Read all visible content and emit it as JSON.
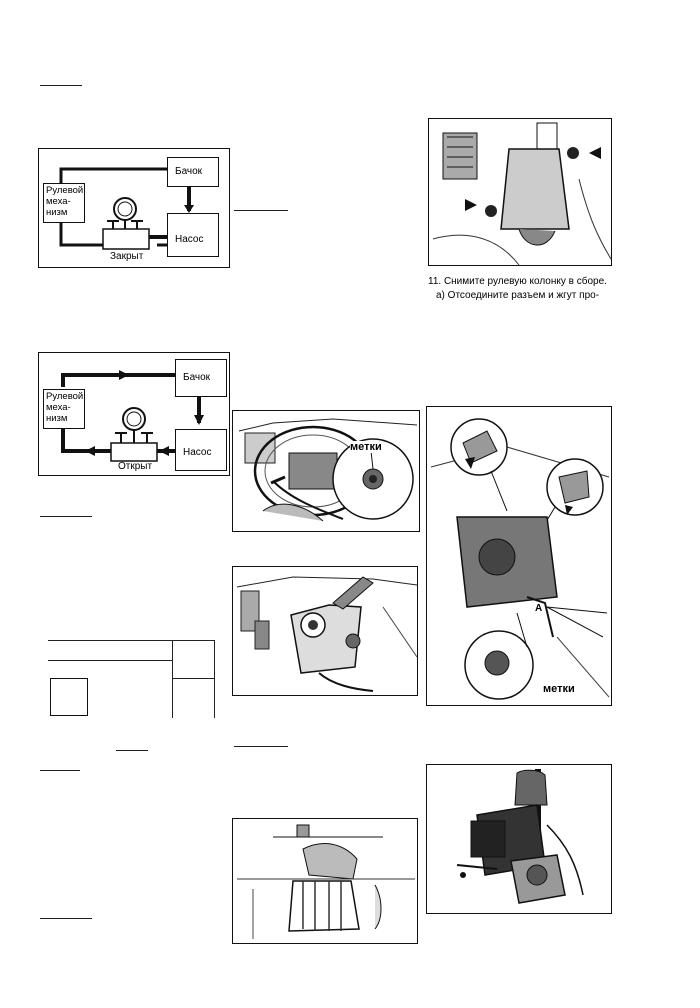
{
  "diagram_closed": {
    "reservoir": "Бачок",
    "mechanism": "Рулевой\nмеха-\nнизм",
    "pump": "Насос",
    "valve_state": "Закрыт"
  },
  "diagram_open": {
    "reservoir": "Бачок",
    "mechanism": "Рулевой\nмеха-\nнизм",
    "pump": "Насос",
    "valve_state": "Открыт"
  },
  "text": {
    "step_11": "11. Снимите рулевую колонку в сборе.",
    "step_11a": "а) Отсоедините разъем и жгут про-"
  },
  "photo_labels": {
    "marks_wheel": "метки",
    "marks_column": "метки",
    "label_a": "A"
  }
}
